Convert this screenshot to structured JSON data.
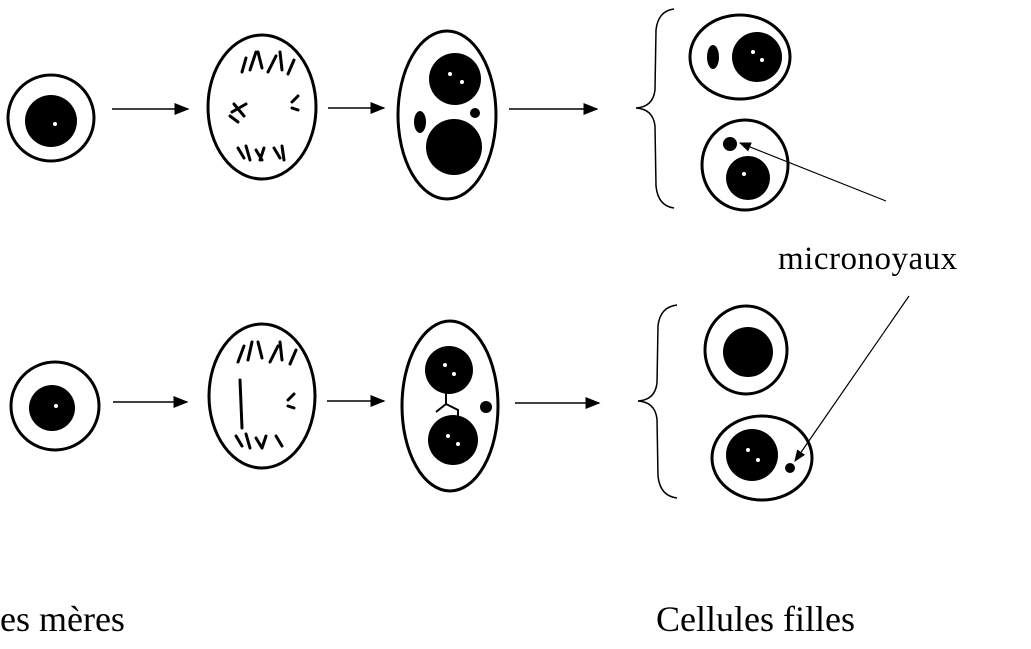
{
  "labels": {
    "micronuclei": "micronoyaux",
    "mother_cells": "es mères",
    "daughter_cells": "Cellules filles"
  },
  "colors": {
    "ink": "#000000",
    "paper": "#ffffff"
  }
}
